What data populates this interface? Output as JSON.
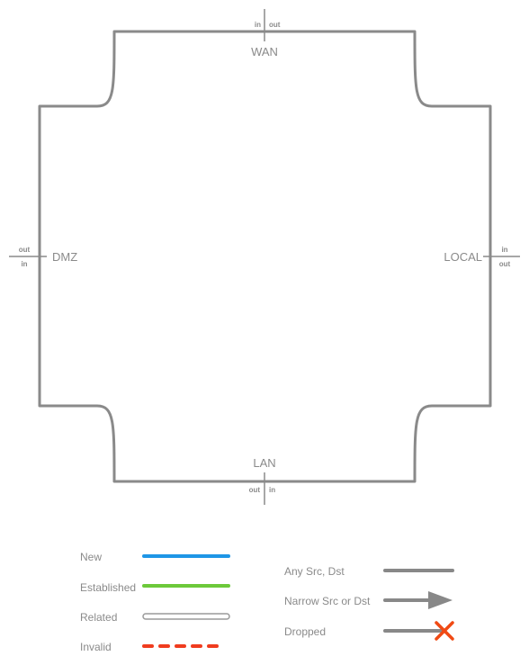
{
  "diagram": {
    "zones": {
      "wan": "WAN",
      "dmz": "DMZ",
      "local": "LOCAL",
      "lan": "LAN"
    },
    "ports": {
      "in": "in",
      "out": "out"
    },
    "outline_color": "#8a8a8a"
  },
  "legend": {
    "states": [
      {
        "label": "New",
        "color": "#1e96e6",
        "style": "solid"
      },
      {
        "label": "Established",
        "color": "#6cc93a",
        "style": "solid"
      },
      {
        "label": "Related",
        "color": "#9a9a9a",
        "style": "hollow"
      },
      {
        "label": "Invalid",
        "color": "#f03c1e",
        "style": "dashed"
      }
    ],
    "scopes": [
      {
        "label": "Any Src, Dst",
        "color": "#888888",
        "marker": "none"
      },
      {
        "label": "Narrow Src or Dst",
        "color": "#888888",
        "marker": "arrow"
      },
      {
        "label": "Dropped",
        "color": "#888888",
        "marker": "x",
        "marker_color": "#f04a14"
      }
    ]
  }
}
